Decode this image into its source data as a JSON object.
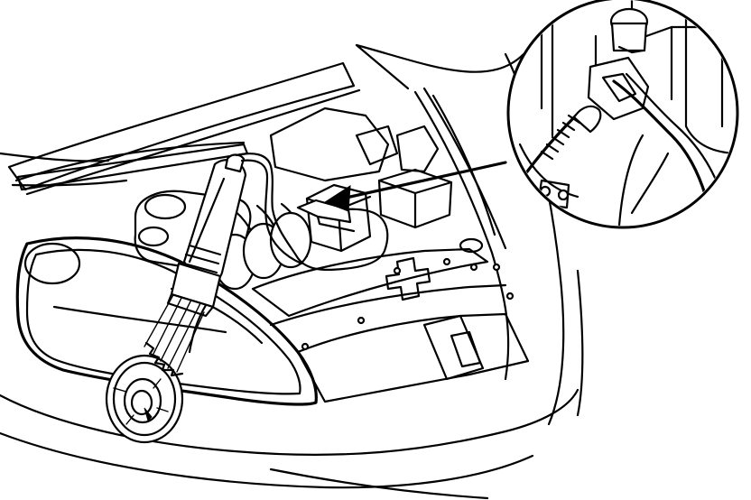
{
  "figure": {
    "colors": {
      "line": "#000000",
      "background": "#ffffff"
    },
    "parts": [
      "engine-bay",
      "open-hood",
      "headlight",
      "crankshaft-pulley",
      "timing-light",
      "timing-light-clip-lead",
      "ignition-coil",
      "detail-callout",
      "callout-arrow"
    ]
  }
}
